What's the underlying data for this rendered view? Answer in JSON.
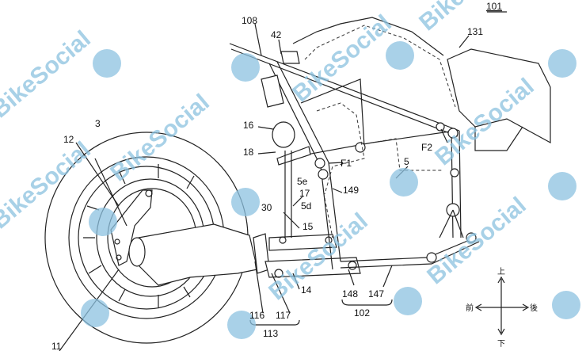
{
  "figure": {
    "ref_number": "101",
    "labels": {
      "l108": "108",
      "l42": "42",
      "l131": "131",
      "l16": "16",
      "l18": "18",
      "lF1": "F1",
      "lF2": "F2",
      "l5": "5",
      "l5e": "5e",
      "l17": "17",
      "l149": "149",
      "l30": "30",
      "l5d": "5d",
      "l15": "15",
      "l3": "3",
      "l12": "12",
      "l14": "14",
      "l148": "148",
      "l147": "147",
      "l102": "102",
      "l116": "116",
      "l117": "117",
      "l113": "113",
      "l11": "11"
    },
    "direction": {
      "up": "上",
      "down": "下",
      "front": "前",
      "rear": "後"
    }
  },
  "watermark": {
    "text": "BikeSocial",
    "color": "#8cc2e0"
  }
}
